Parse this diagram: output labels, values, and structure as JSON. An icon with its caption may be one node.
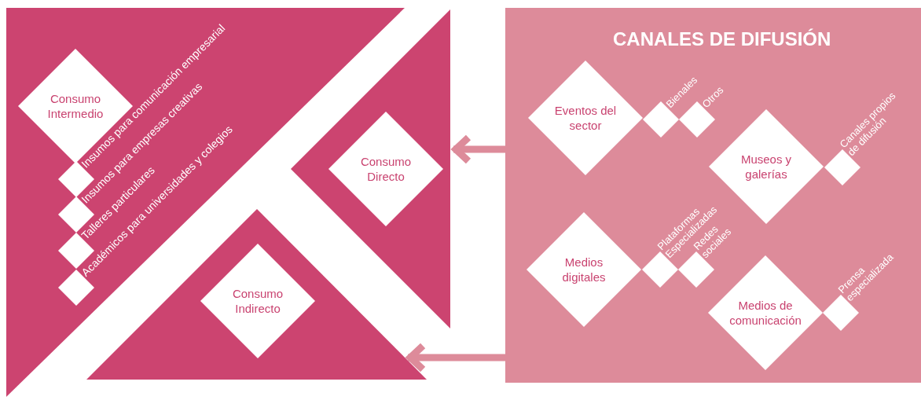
{
  "diagram": {
    "nodes": [
      {
        "text": [],
        "shape": "triangle"
      },
      {
        "text": [
          "Consumo Intermedio"
        ],
        "in": 0
      },
      {
        "text": [],
        "shape": "diamond",
        "in": 0,
        "beside": [
          "Insumos para comunicación empresarial"
        ]
      },
      {
        "text": [],
        "shape": "diamond",
        "in": 0,
        "beside": [
          "Insumos para empresas creativas"
        ]
      },
      {
        "text": [],
        "shape": "diamond",
        "in": 0,
        "beside": [
          "Talleres particulares"
        ]
      },
      {
        "text": [],
        "shape": "diamond",
        "in": 0,
        "beside": [
          "Académicos para universidades y colegios"
        ]
      },
      {
        "text": [],
        "shape": "triangle"
      },
      {
        "text": [
          "Consumo Directo"
        ],
        "in": 6
      },
      {
        "text": [],
        "shape": "triangle"
      },
      {
        "text": [
          "Consumo Indirecto"
        ],
        "in": 8
      },
      {
        "text": [
          "CANALES DE DIFUSIÓN"
        ]
      },
      {
        "text": [
          "Eventos del sector"
        ],
        "in": 10
      },
      {
        "text": [],
        "shape": "diamond",
        "in": 10,
        "beside": [
          "Bienales"
        ]
      },
      {
        "text": [],
        "shape": "diamond",
        "in": 10,
        "beside": [
          "Otros"
        ]
      },
      {
        "text": [
          "Museos y galerías"
        ],
        "in": 10
      },
      {
        "text": [],
        "shape": "diamond",
        "in": 10,
        "beside": [
          "Canales propios de difusión"
        ]
      },
      {
        "text": [
          "Medios digitales"
        ],
        "in": 10
      },
      {
        "text": [],
        "shape": "diamond",
        "in": 10,
        "beside": [
          "Plataformas Especializadas"
        ]
      },
      {
        "text": [],
        "shape": "diamond",
        "in": 10,
        "beside": [
          "Redes sociales"
        ]
      },
      {
        "text": [
          "Medios de comunicación"
        ],
        "in": 10
      },
      {
        "text": [],
        "shape": "diamond",
        "in": 10,
        "beside": [
          "Prensa especializada"
        ]
      }
    ],
    "edges": [
      {
        "from": 10,
        "to": 6,
        "arrow": "to"
      },
      {
        "from": 10,
        "to": 8,
        "arrow": "to"
      }
    ]
  }
}
